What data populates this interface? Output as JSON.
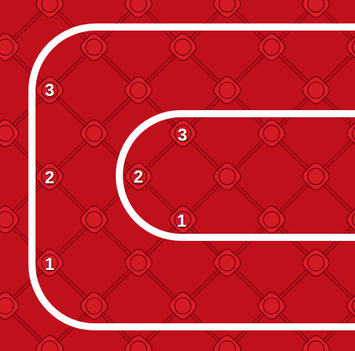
{
  "diagram": {
    "labels": [
      "3",
      "2",
      "1",
      "3",
      "2",
      "1"
    ]
  }
}
